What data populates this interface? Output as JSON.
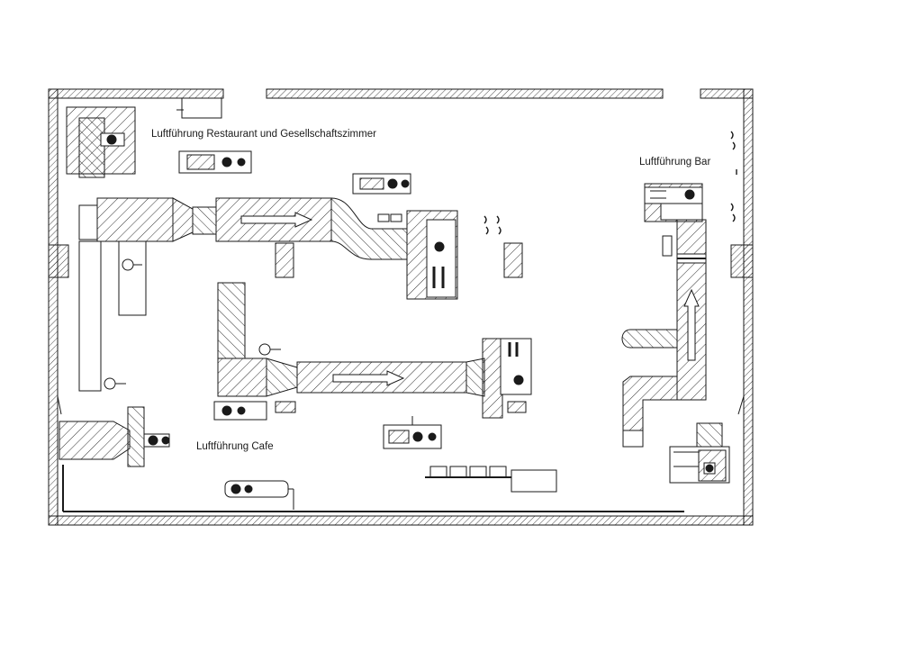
{
  "drawing": {
    "labels": {
      "restaurant": "Luftführung Restaurant und Gesellschaftszimmer",
      "bar": "Luftführung Bar",
      "cafe": "Luftführung Cafe"
    },
    "colors": {
      "line": "#1a1a1a",
      "background": "#ffffff"
    }
  }
}
